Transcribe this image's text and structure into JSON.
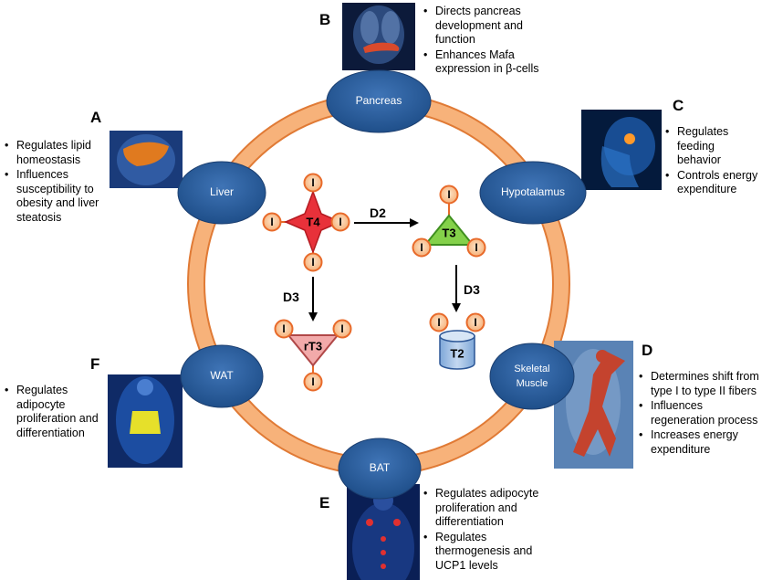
{
  "diagram": {
    "ring_color": "#f5a86a",
    "node_color": "#2c5f9e",
    "organs": [
      {
        "id": "pancreas",
        "label": "Pancreas"
      },
      {
        "id": "hypothalamus",
        "label": "Hypotalamus"
      },
      {
        "id": "skeletal",
        "label_line1": "Skeletal",
        "label_line2": "Muscle"
      },
      {
        "id": "bat",
        "label": "BAT"
      },
      {
        "id": "wat",
        "label": "WAT"
      },
      {
        "id": "liver",
        "label": "Liver"
      }
    ],
    "hormones": {
      "t4": "T4",
      "t3": "T3",
      "rt3": "rT3",
      "t2": "T2",
      "iodine": "I"
    },
    "enzymes": {
      "t4_to_t3": "D2",
      "t4_to_rt3": "D3",
      "t3_to_t2": "D3"
    }
  },
  "panels": {
    "a": {
      "letter": "A",
      "bullets": [
        "Regulates lipid homeostasis",
        "Influences susceptibility to obesity and liver steatosis"
      ]
    },
    "b": {
      "letter": "B",
      "bullets": [
        "Directs pancreas development and function",
        "Enhances Mafa expression in β-cells"
      ]
    },
    "c": {
      "letter": "C",
      "bullets": [
        "Regulates feeding behavior",
        "Controls energy expenditure"
      ]
    },
    "d": {
      "letter": "D",
      "bullets": [
        "Determines shift from type I to type II fibers",
        "Influences regeneration process",
        "Increases energy expenditure"
      ]
    },
    "e": {
      "letter": "E",
      "bullets": [
        "Regulates adipocyte proliferation and differentiation",
        "Regulates thermogenesis and UCP1 levels"
      ]
    },
    "f": {
      "letter": "F",
      "bullets": [
        "Regulates adipocyte proliferation and differentiation"
      ]
    }
  }
}
